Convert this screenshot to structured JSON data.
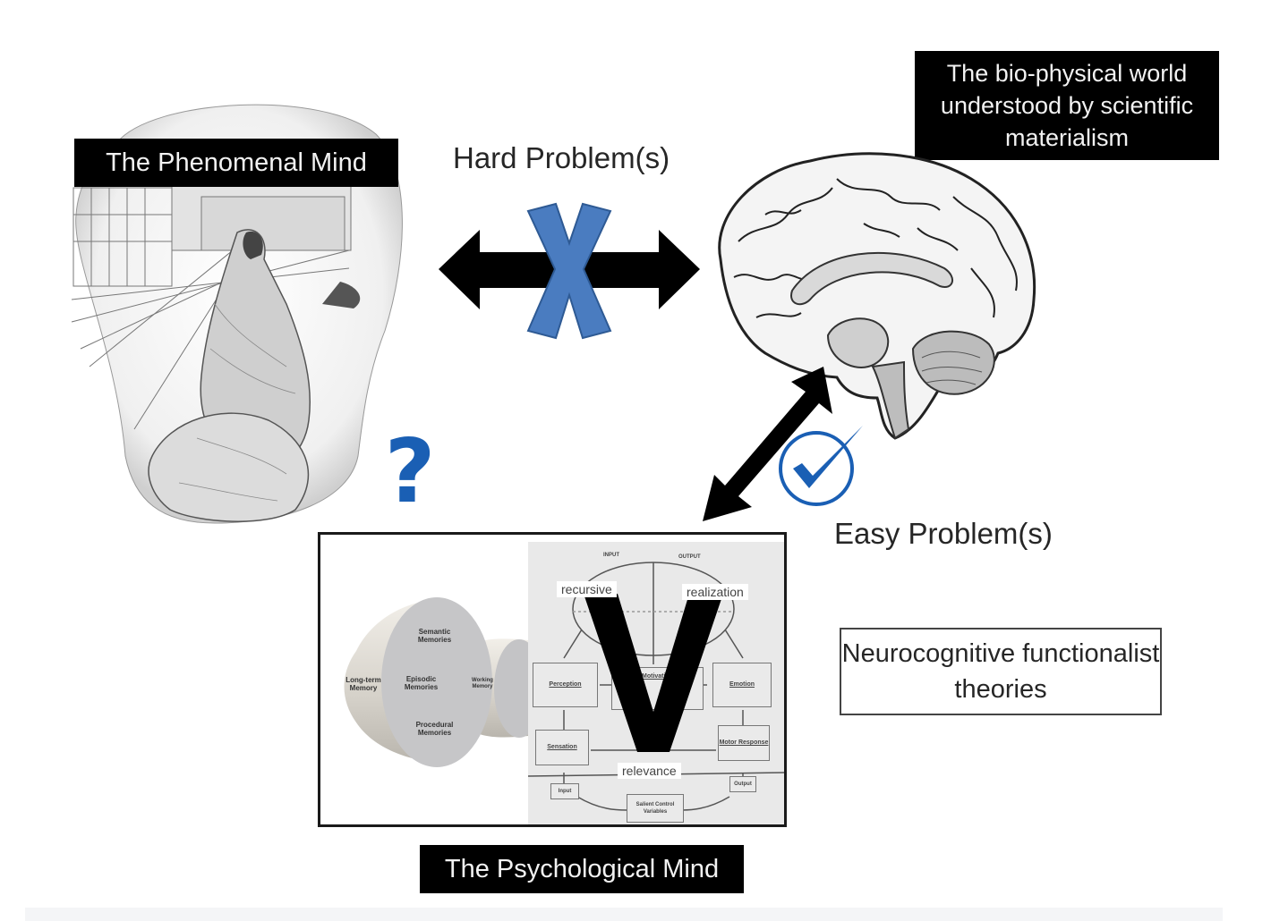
{
  "labels": {
    "phenomenal_mind": "The Phenomenal Mind",
    "bio_physical": "The bio-physical world understood by scientific materialism",
    "psychological_mind": "The Psychological Mind",
    "neurocognitive": "Neurocognitive functionalist theories"
  },
  "problems": {
    "hard": "Hard Problem(s)",
    "easy": "Easy Problem(s)"
  },
  "symbols": {
    "question_mark": "?",
    "hard_status_icon": "x-cross-icon",
    "easy_status_icon": "checkmark-circle-icon"
  },
  "colors": {
    "accent_blue": "#4a7cc0",
    "check_blue": "#1a5fb4",
    "label_bg": "#000000",
    "label_text": "#f2f2f2",
    "arrow": "#000000"
  },
  "psych_panel": {
    "memory": {
      "long_term": "Long-term Memory",
      "semantic": "Semantic Memories",
      "episodic": "Episodic Memories",
      "procedural": "Procedural Memories",
      "working": "Working Memory"
    },
    "diagram": {
      "input_header": "INPUT",
      "output_header": "OUTPUT",
      "perception": "Perception",
      "motivation": "Motivation",
      "emotion": "Emotion",
      "sensation": "Sensation",
      "motor_response": "Motor Response",
      "input": "Input",
      "output": "Output",
      "salient": "Salient Control Variables"
    },
    "overlay": {
      "letter": "V",
      "recursive": "recursive",
      "realization": "realization",
      "relevance": "relevance"
    }
  }
}
